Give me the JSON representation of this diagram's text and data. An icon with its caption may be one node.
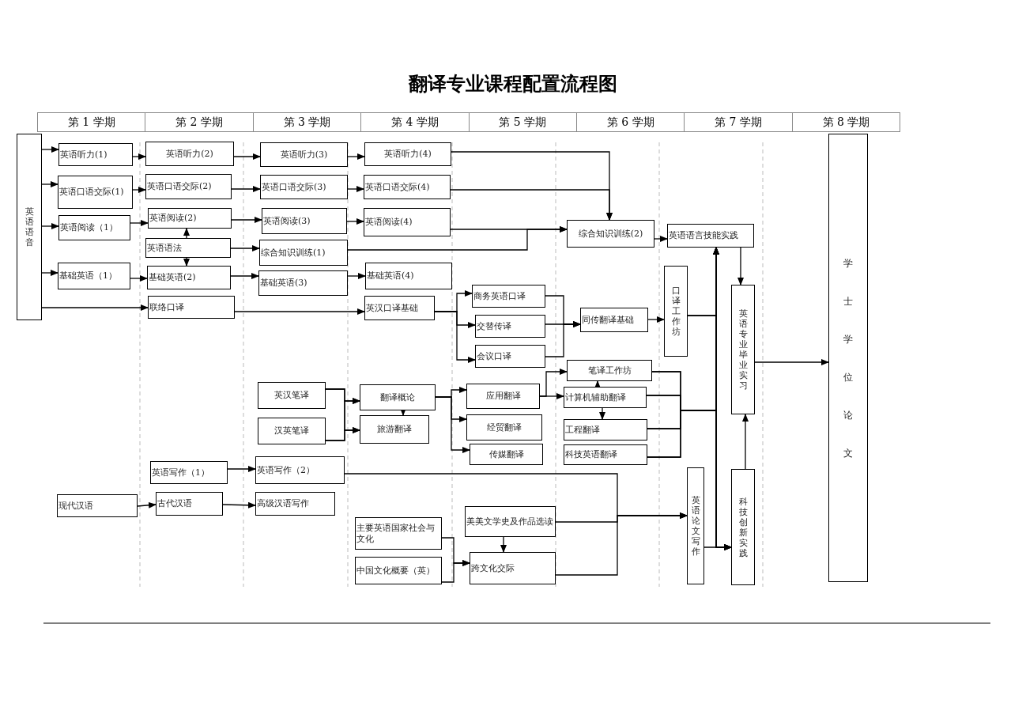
{
  "diagram": {
    "title": "翻译专业课程配置流程图",
    "nodes": [
      {
        "text": [
          "英语语音"
        ]
      },
      {
        "text": [
          "英语听力(1)"
        ]
      },
      {
        "text": [
          "英语口语交际(1)"
        ]
      },
      {
        "text": [
          "英语阅读（1）"
        ]
      },
      {
        "text": [
          "基础英语（1）"
        ]
      },
      {
        "text": [
          "英语听力(2)"
        ]
      },
      {
        "text": [
          "英语口语交际(2)"
        ]
      },
      {
        "text": [
          "英语阅读(2)"
        ]
      },
      {
        "text": [
          "英语语法"
        ]
      },
      {
        "text": [
          "基础英语(2)"
        ]
      },
      {
        "text": [
          "联络口译"
        ]
      },
      {
        "text": [
          "英语听力(3)"
        ]
      },
      {
        "text": [
          "英语口语交际(3)"
        ]
      },
      {
        "text": [
          "英语阅读(3)"
        ]
      },
      {
        "text": [
          "综合知识训练(1)"
        ]
      },
      {
        "text": [
          "基础英语(3)"
        ]
      },
      {
        "text": [
          "英语听力(4)"
        ]
      },
      {
        "text": [
          "英语口语交际(4)"
        ]
      },
      {
        "text": [
          "英语阅读(4)"
        ]
      },
      {
        "text": [
          "基础英语(4)"
        ]
      },
      {
        "text": [
          "英汉口译基础"
        ]
      },
      {
        "text": [
          "综合知识训练(2)"
        ]
      },
      {
        "text": [
          "英语语言技能实践"
        ]
      },
      {
        "text": [
          "商务英语口译"
        ]
      },
      {
        "text": [
          "交替传译"
        ]
      },
      {
        "text": [
          "会议口译"
        ]
      },
      {
        "text": [
          "同传翻译基础"
        ]
      },
      {
        "text": [
          "口译工作坊"
        ]
      },
      {
        "text": [
          "英语专业毕业实习"
        ]
      },
      {
        "text": [
          "学士学位论文"
        ]
      },
      {
        "text": [
          "英汉笔译"
        ]
      },
      {
        "text": [
          "汉英笔译"
        ]
      },
      {
        "text": [
          "翻译概论"
        ]
      },
      {
        "text": [
          "旅游翻译"
        ]
      },
      {
        "text": [
          "应用翻译"
        ]
      },
      {
        "text": [
          "经贸翻译"
        ]
      },
      {
        "text": [
          "传媒翻译"
        ]
      },
      {
        "text": [
          "笔译工作坊"
        ]
      },
      {
        "text": [
          "计算机辅助翻译"
        ]
      },
      {
        "text": [
          "工程翻译"
        ]
      },
      {
        "text": [
          "科技英语翻译"
        ]
      },
      {
        "text": [
          "英语写作（1）"
        ]
      },
      {
        "text": [
          "英语写作（2）"
        ]
      },
      {
        "text": [
          "现代汉语"
        ]
      },
      {
        "text": [
          "古代汉语"
        ]
      },
      {
        "text": [
          "高级汉语写作"
        ]
      },
      {
        "text": [
          "主要英语国家社会与文化"
        ]
      },
      {
        "text": [
          "中国文化概要（英）"
        ]
      },
      {
        "text": [
          "美美文学史及作品选读"
        ]
      },
      {
        "text": [
          "跨文化交际"
        ]
      },
      {
        "text": [
          "英语论文写作"
        ]
      },
      {
        "text": [
          "科技创新实践"
        ]
      }
    ],
    "edges": [
      {
        "from": 0,
        "to": 1,
        "arrow": "to"
      },
      {
        "from": 0,
        "to": 2,
        "arrow": "to"
      },
      {
        "from": 0,
        "to": 3,
        "arrow": "to"
      },
      {
        "from": 0,
        "to": 4,
        "arrow": "to"
      },
      {
        "from": 0,
        "to": 10,
        "arrow": "to"
      },
      {
        "from": 1,
        "to": 5,
        "arrow": "to"
      },
      {
        "from": 2,
        "to": 6,
        "arrow": "to"
      },
      {
        "from": 3,
        "to": 7,
        "arrow": "to"
      },
      {
        "from": 4,
        "to": 9,
        "arrow": "to"
      },
      {
        "from": 8,
        "to": 7,
        "arrow": "to"
      },
      {
        "from": 8,
        "to": 9,
        "arrow": "to"
      },
      {
        "from": 5,
        "to": 11,
        "arrow": "to"
      },
      {
        "from": 6,
        "to": 12,
        "arrow": "to"
      },
      {
        "from": 7,
        "to": 13,
        "arrow": "to"
      },
      {
        "from": 8,
        "to": 14,
        "arrow": "to"
      },
      {
        "from": 9,
        "to": 15,
        "arrow": "to"
      },
      {
        "from": 10,
        "to": 20,
        "arrow": "to"
      },
      {
        "from": 11,
        "to": 16,
        "arrow": "to"
      },
      {
        "from": 12,
        "to": 17,
        "arrow": "to"
      },
      {
        "from": 13,
        "to": 18,
        "arrow": "to"
      },
      {
        "from": 15,
        "to": 19,
        "arrow": "to"
      },
      {
        "from": 16,
        "to": 21,
        "arrow": "to"
      },
      {
        "from": 17,
        "to": 21,
        "arrow": "to"
      },
      {
        "from": 18,
        "to": 21,
        "arrow": "to"
      },
      {
        "from": 14,
        "to": 21,
        "arrow": "to"
      },
      {
        "from": 21,
        "to": 22,
        "arrow": "to"
      },
      {
        "from": 20,
        "to": 23,
        "arrow": "to"
      },
      {
        "from": 20,
        "to": 24,
        "arrow": "to"
      },
      {
        "from": 20,
        "to": 25,
        "arrow": "to"
      },
      {
        "from": 23,
        "to": 26,
        "arrow": "to"
      },
      {
        "from": 24,
        "to": 26,
        "arrow": "to"
      },
      {
        "from": 25,
        "to": 26,
        "arrow": "to"
      },
      {
        "from": 26,
        "to": 27,
        "arrow": "to"
      },
      {
        "from": 27,
        "to": 22,
        "arrow": "to"
      },
      {
        "from": 27,
        "to": 51,
        "arrow": "to"
      },
      {
        "from": 37,
        "to": 22,
        "arrow": "to"
      },
      {
        "from": 38,
        "to": 22,
        "arrow": "to"
      },
      {
        "from": 39,
        "to": 22,
        "arrow": "to"
      },
      {
        "from": 40,
        "to": 22,
        "arrow": "to"
      },
      {
        "from": 37,
        "to": 51,
        "arrow": "to"
      },
      {
        "from": 38,
        "to": 51,
        "arrow": "to"
      },
      {
        "from": 39,
        "to": 51,
        "arrow": "to"
      },
      {
        "from": 40,
        "to": 51,
        "arrow": "to"
      },
      {
        "from": 22,
        "to": 28,
        "arrow": "to"
      },
      {
        "from": 51,
        "to": 28,
        "arrow": "to"
      },
      {
        "from": 28,
        "to": 29,
        "arrow": "to"
      },
      {
        "from": 50,
        "to": 51,
        "arrow": "to"
      },
      {
        "from": 30,
        "to": 32,
        "arrow": "to"
      },
      {
        "from": 30,
        "to": 33,
        "arrow": "to"
      },
      {
        "from": 31,
        "to": 32,
        "arrow": "to"
      },
      {
        "from": 31,
        "to": 33,
        "arrow": "to"
      },
      {
        "from": 32,
        "to": 33,
        "arrow": "to"
      },
      {
        "from": 32,
        "to": 34,
        "arrow": "to"
      },
      {
        "from": 32,
        "to": 35,
        "arrow": "to"
      },
      {
        "from": 32,
        "to": 36,
        "arrow": "to"
      },
      {
        "from": 34,
        "to": 37,
        "arrow": "to"
      },
      {
        "from": 34,
        "to": 38,
        "arrow": "to"
      },
      {
        "from": 38,
        "to": 37,
        "arrow": "to"
      },
      {
        "from": 38,
        "to": 39,
        "arrow": "to"
      },
      {
        "from": 41,
        "to": 42,
        "arrow": "to"
      },
      {
        "from": 43,
        "to": 44,
        "arrow": "to"
      },
      {
        "from": 44,
        "to": 45,
        "arrow": "to"
      },
      {
        "from": 42,
        "to": 50,
        "arrow": "to"
      },
      {
        "from": 48,
        "to": 50,
        "arrow": "to"
      },
      {
        "from": 49,
        "to": 50,
        "arrow": "to"
      },
      {
        "from": 46,
        "to": 49,
        "arrow": "to"
      },
      {
        "from": 47,
        "to": 49,
        "arrow": "to"
      },
      {
        "from": 48,
        "to": 49,
        "arrow": "to"
      }
    ],
    "labels": [
      "第 1 学期",
      "第 2 学期",
      "第 3 学期",
      "第 4 学期",
      "第 5 学期",
      "第 6 学期",
      "第 7 学期",
      "第 8 学期"
    ]
  }
}
